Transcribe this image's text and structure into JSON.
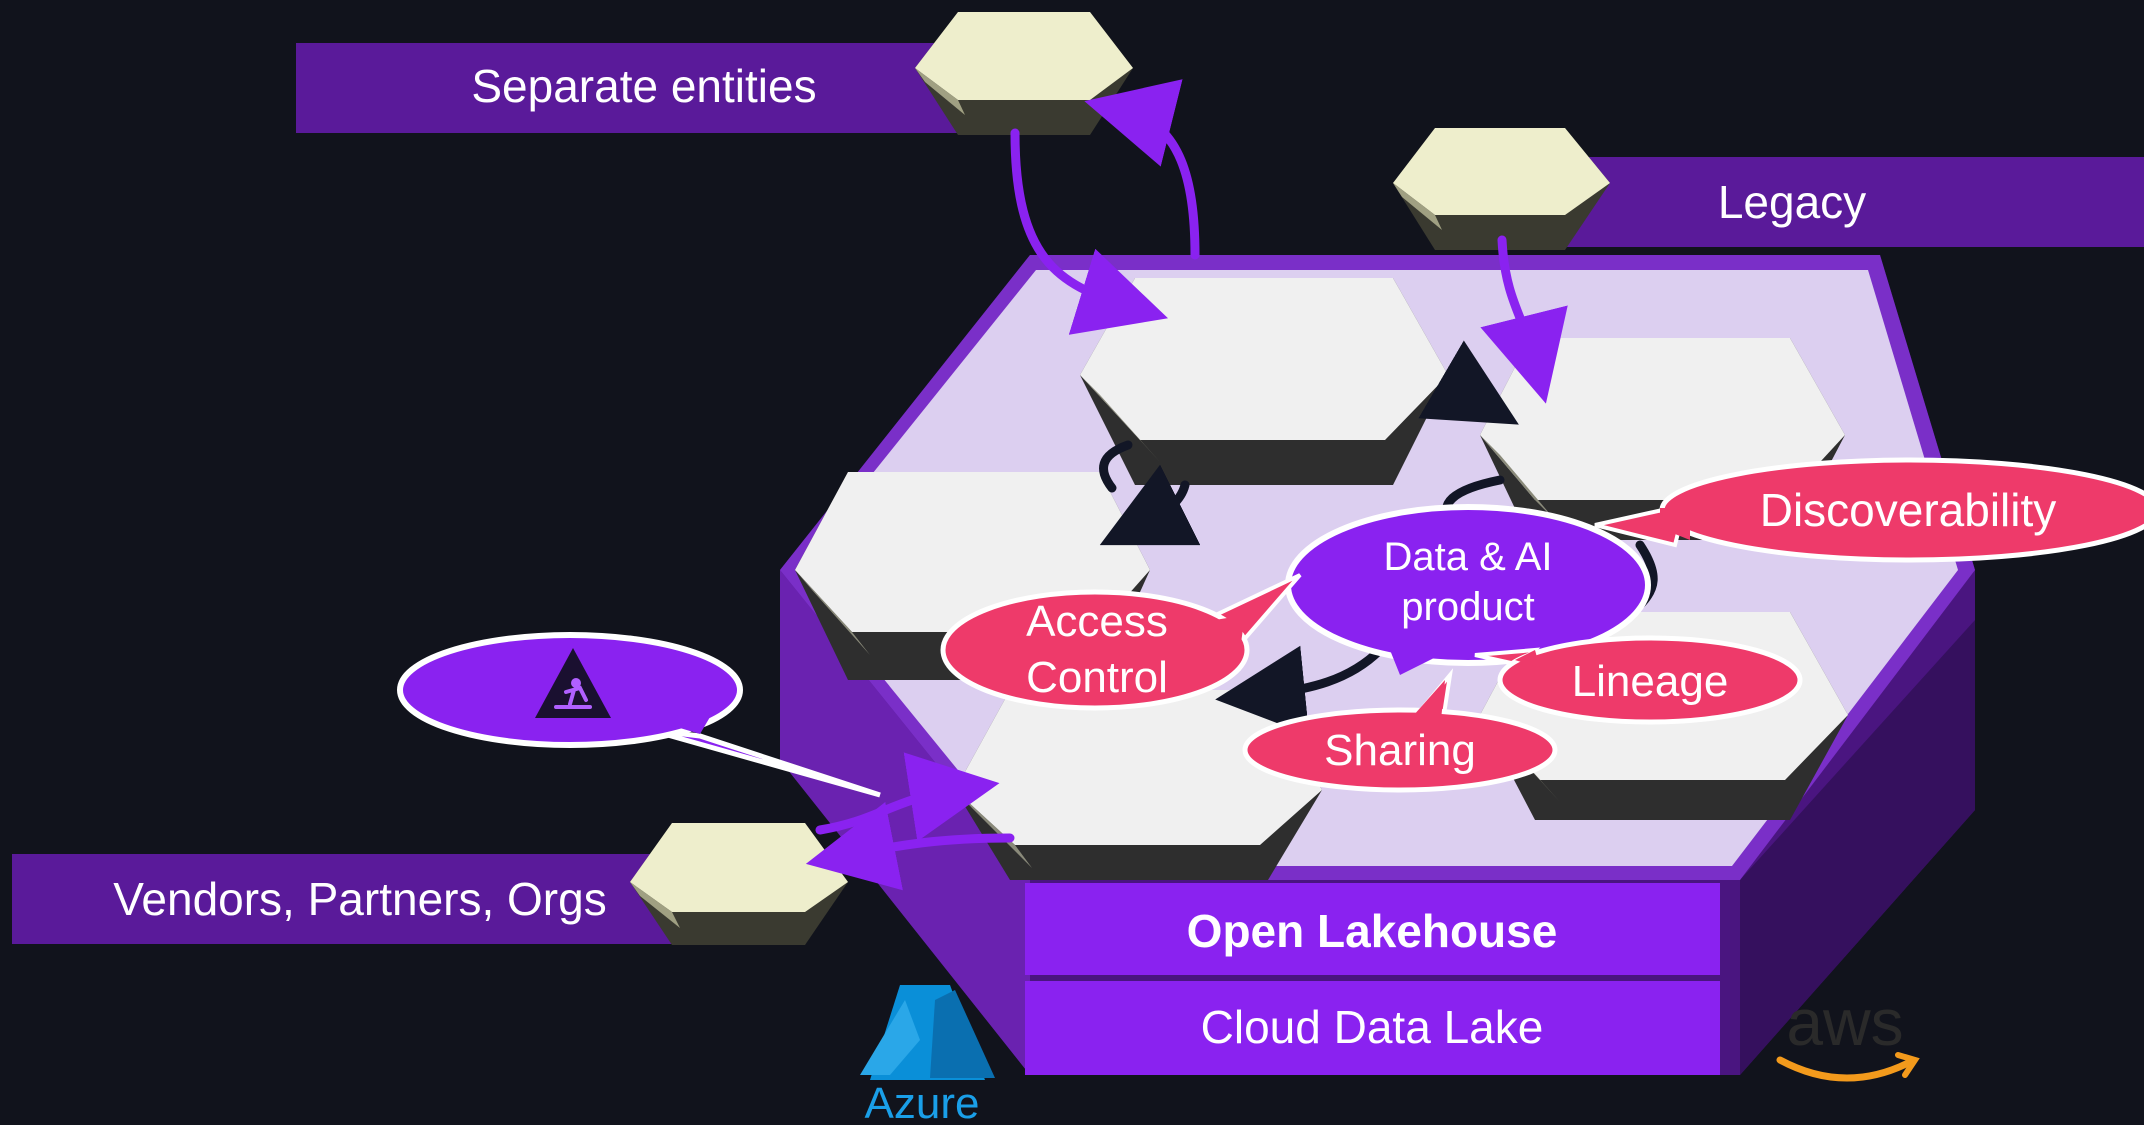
{
  "labels": {
    "separate_entities": "Separate entities",
    "legacy": "Legacy",
    "vendors": "Vendors, Partners, Orgs",
    "open_lakehouse": "Open Lakehouse",
    "cloud_data_lake": "Cloud Data Lake"
  },
  "callouts": {
    "product_line1": "Data & AI",
    "product_line2": "product",
    "discoverability": "Discoverability",
    "access_line1": "Access",
    "access_line2": "Control",
    "lineage": "Lineage",
    "sharing": "Sharing"
  },
  "logos": {
    "azure": "Azure",
    "aws": "aws"
  },
  "icons": {
    "warning_bubble": "slip-hazard-warning-icon"
  },
  "colors": {
    "background": "#11131c",
    "purple_bar": "#5a1a9a",
    "bright_purple": "#8a22f0",
    "pink_callout": "#ee3a6a",
    "hex_cream": "#eeeecc",
    "platform_light": "#dccff0",
    "azure_blue": "#0a8fd8",
    "aws_orange": "#f39a1c"
  }
}
